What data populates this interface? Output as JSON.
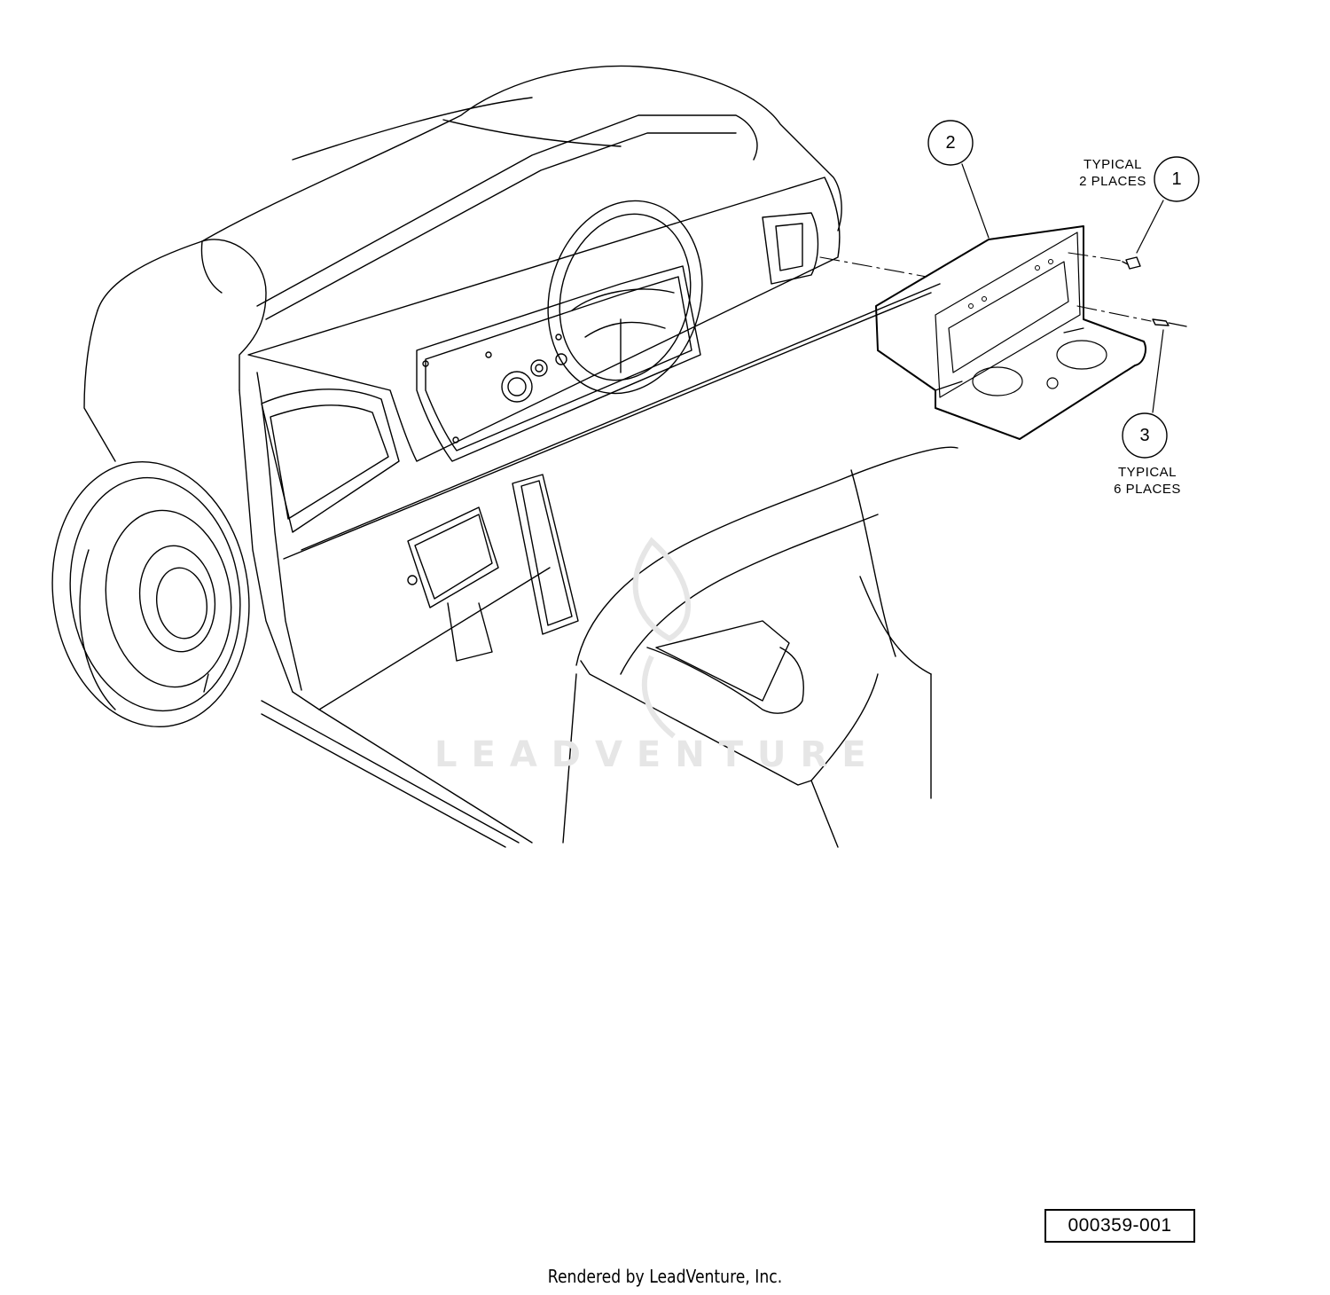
{
  "diagram": {
    "callouts": [
      {
        "number": "1",
        "note_line1": "TYPICAL",
        "note_line2": "2 PLACES"
      },
      {
        "number": "2",
        "note_line1": "",
        "note_line2": ""
      },
      {
        "number": "3",
        "note_line1": "TYPICAL",
        "note_line2": "6 PLACES"
      }
    ],
    "drawing_number": "000359-001",
    "watermark": "LEADVENTURE"
  },
  "footer": {
    "text": "Rendered by LeadVenture, Inc."
  },
  "colors": {
    "line": "#000000",
    "watermark": "#e6e6e6",
    "background": "#ffffff"
  }
}
